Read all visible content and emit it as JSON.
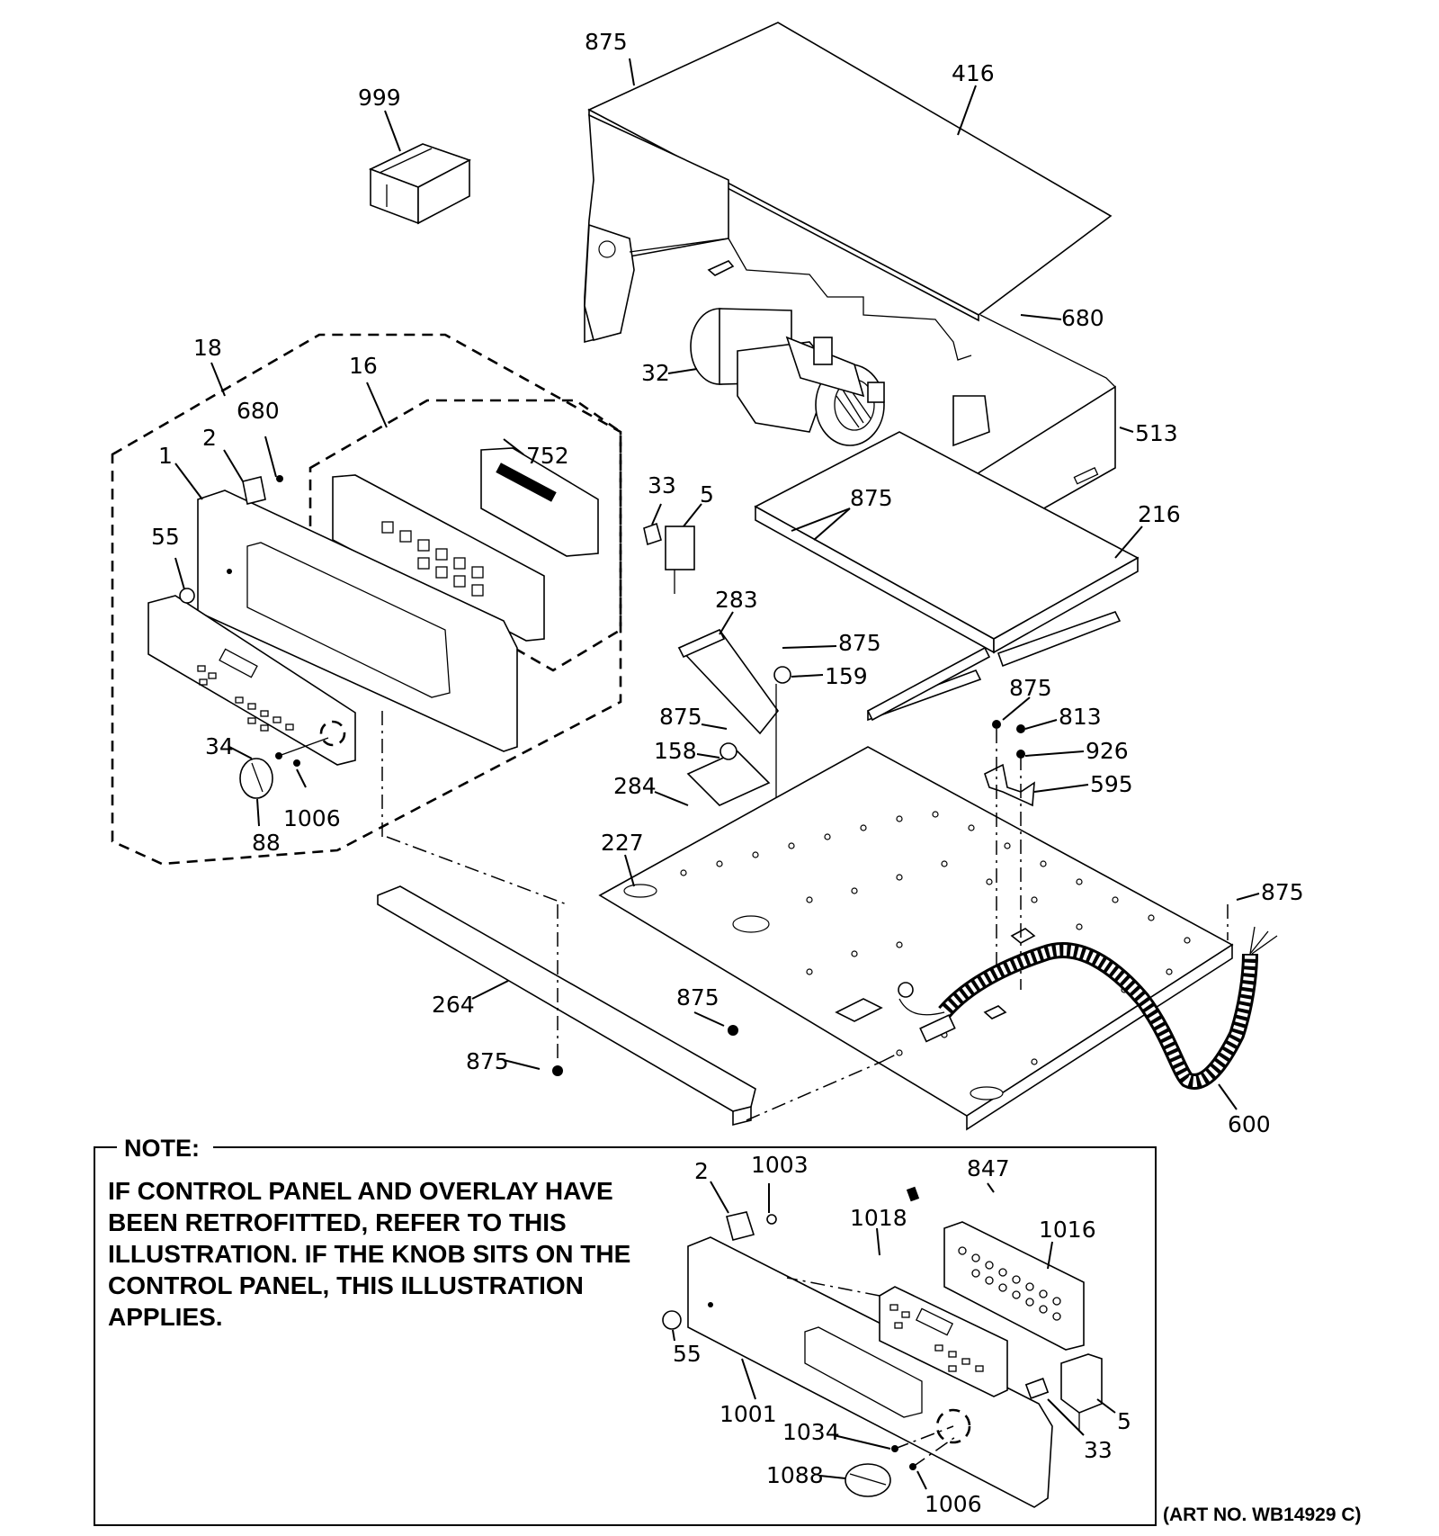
{
  "labels": {
    "l875_top": "875",
    "l416": "416",
    "l999": "999",
    "l680_right": "680",
    "l32": "32",
    "l513": "513",
    "l18": "18",
    "l16": "16",
    "l680_left": "680",
    "l2": "2",
    "l1": "1",
    "l752": "752",
    "l33": "33",
    "l5": "5",
    "l875_mid": "875",
    "l216": "216",
    "l55": "55",
    "l283": "283",
    "l875_a": "875",
    "l159": "159",
    "l875_b": "875",
    "l158": "158",
    "l875_c": "875",
    "l813": "813",
    "l926": "926",
    "l595": "595",
    "l34": "34",
    "l1006": "1006",
    "l88": "88",
    "l284": "284",
    "l227": "227",
    "l875_d": "875",
    "l264": "264",
    "l875_e": "875",
    "l875_f": "875",
    "l600": "600"
  },
  "note": {
    "title": "NOTE:",
    "lines": [
      "IF CONTROL PANEL AND OVERLAY HAVE",
      "BEEN RETROFITTED, REFER TO THIS",
      "ILLUSTRATION. IF THE KNOB SITS ON THE",
      "CONTROL PANEL, THIS ILLUSTRATION",
      "APPLIES."
    ],
    "labels": {
      "n2": "2",
      "n1003": "1003",
      "n847": "847",
      "n1018": "1018",
      "n1016": "1016",
      "n55": "55",
      "n1001": "1001",
      "n5": "5",
      "n33": "33",
      "n1034": "1034",
      "n1088": "1088",
      "n1006": "1006"
    }
  },
  "art_number": "(ART NO. WB14929 C)"
}
